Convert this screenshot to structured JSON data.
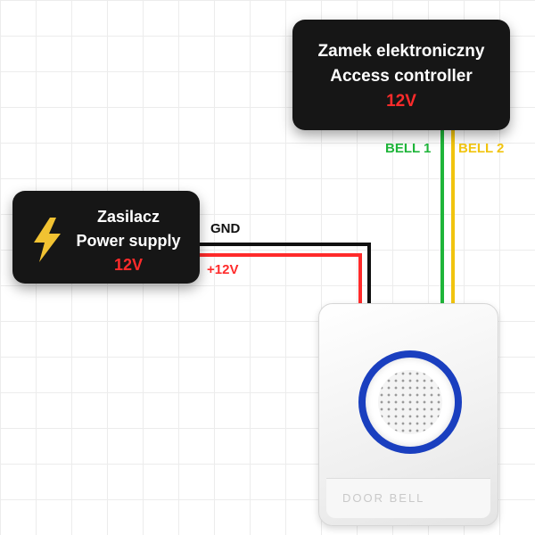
{
  "controller": {
    "line1": "Zamek elektroniczny",
    "line2": "Access controller",
    "voltage": "12V"
  },
  "power_supply": {
    "line1": "Zasilacz",
    "line2": "Power supply",
    "voltage": "12V"
  },
  "wires": {
    "bell1": "BELL 1",
    "bell2": "BELL 2",
    "gnd": "GND",
    "plus12v": "+12V"
  },
  "doorbell": {
    "label": "DOOR BELL"
  },
  "colors": {
    "box": "#161616",
    "red": "#ff2b2b",
    "green": "#1fb53a",
    "yellow": "#f1c40f",
    "black": "#111111",
    "ring_blue": "#1a3fbf"
  },
  "icons": {
    "power_supply": "lightning-bolt-icon"
  }
}
